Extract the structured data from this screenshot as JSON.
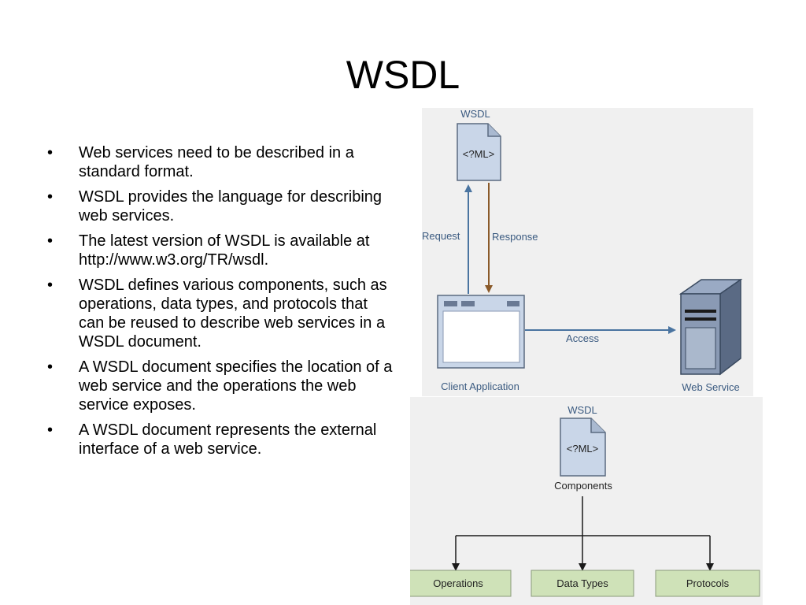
{
  "title": "WSDL",
  "bullets": [
    "Web services need to be described in a standard format.",
    "WSDL provides the language for describing web services.",
    "The latest version of WSDL is available at http://www.w3.org/TR/wsdl.",
    "WSDL defines various components, such as operations, data types, and protocols that can be reused to describe web services in a WSDL document.",
    "A WSDL document specifies the location of a web service and the operations the web service exposes.",
    "A WSDL document represents the external interface of a web service."
  ],
  "bullet_marker": "•",
  "diagram_top": {
    "wsdl_label": "WSDL",
    "doc_text": "<?ML>",
    "request_label": "Request",
    "response_label": "Response",
    "access_label": "Access",
    "client_label": "Client Application",
    "service_label": "Web Service"
  },
  "diagram_bottom": {
    "wsdl_label": "WSDL",
    "doc_text": "<?ML>",
    "components_label": "Components",
    "boxes": [
      "Operations",
      "Data Types",
      "Protocols"
    ]
  },
  "colors": {
    "diagram_bg": "#f0f0f0",
    "doc_fill": "#c9d6e8",
    "request_arrow": "#4a74a0",
    "response_arrow": "#8a5a2a",
    "box_fill": "#cfe2b8",
    "server_fill": "#7a8aa4"
  }
}
